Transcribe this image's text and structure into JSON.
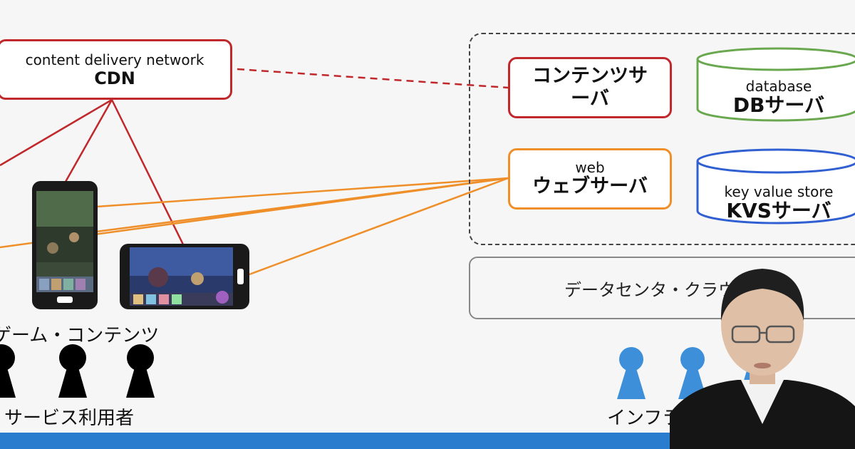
{
  "cdn": {
    "subtitle": "content delivery network",
    "title": "CDN"
  },
  "content_server": {
    "line1": "コンテンツサ",
    "line2": "ーバ"
  },
  "web_server": {
    "subtitle": "web",
    "title": "ウェブサーバ"
  },
  "db_server": {
    "subtitle": "database",
    "title": "DBサーバ"
  },
  "kvs_server": {
    "subtitle": "key value store",
    "title": "KVSサーバ"
  },
  "datacenter": {
    "label": "データセンタ・クラウ"
  },
  "game_contents_label": "ゲーム・コンテンツ",
  "service_users_label": "サービス利用者",
  "infra_label": "インフラ",
  "colors": {
    "cdn_red": "#c0282c",
    "web_orange": "#ef8f2a",
    "db_green": "#6aa84f",
    "kvs_blue": "#2f5fd0",
    "infra_person": "#3d8fd9",
    "bottom_bar": "#2a7ccf"
  }
}
